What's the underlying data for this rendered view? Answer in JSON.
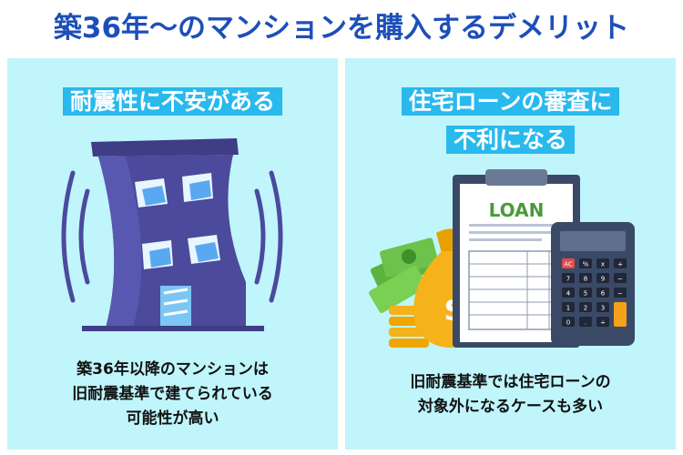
{
  "title": "築36年〜のマンションを購入するデメリット",
  "left_panel": {
    "heading": "耐震性に不安がある",
    "description_lines": [
      "築36年以降のマンションは",
      "旧耐震基準で建てられている",
      "可能性が高い"
    ]
  },
  "right_panel": {
    "heading_lines": [
      "住宅ローンの審査に",
      "不利になる"
    ],
    "description_lines": [
      "旧耐震基準では住宅ローンの",
      "対象外になるケースも多い"
    ],
    "clipboard_label": "LOAN",
    "calculator_keys": [
      "AC",
      "%",
      "x",
      "+",
      "7",
      "8",
      "9",
      "−",
      "4",
      "5",
      "6",
      "−",
      "1",
      "2",
      "3",
      "",
      "0",
      ".",
      "÷",
      ""
    ]
  },
  "colors": {
    "title": "#1d4fb8",
    "panel_bg": "#bff5fb",
    "heading_bg": "#29b9ec",
    "building": "#4b4a9c",
    "calculator": "#3a4a66",
    "money": "#6cc24a",
    "coin": "#f5b21a",
    "loan_text": "#4a9a3a"
  }
}
